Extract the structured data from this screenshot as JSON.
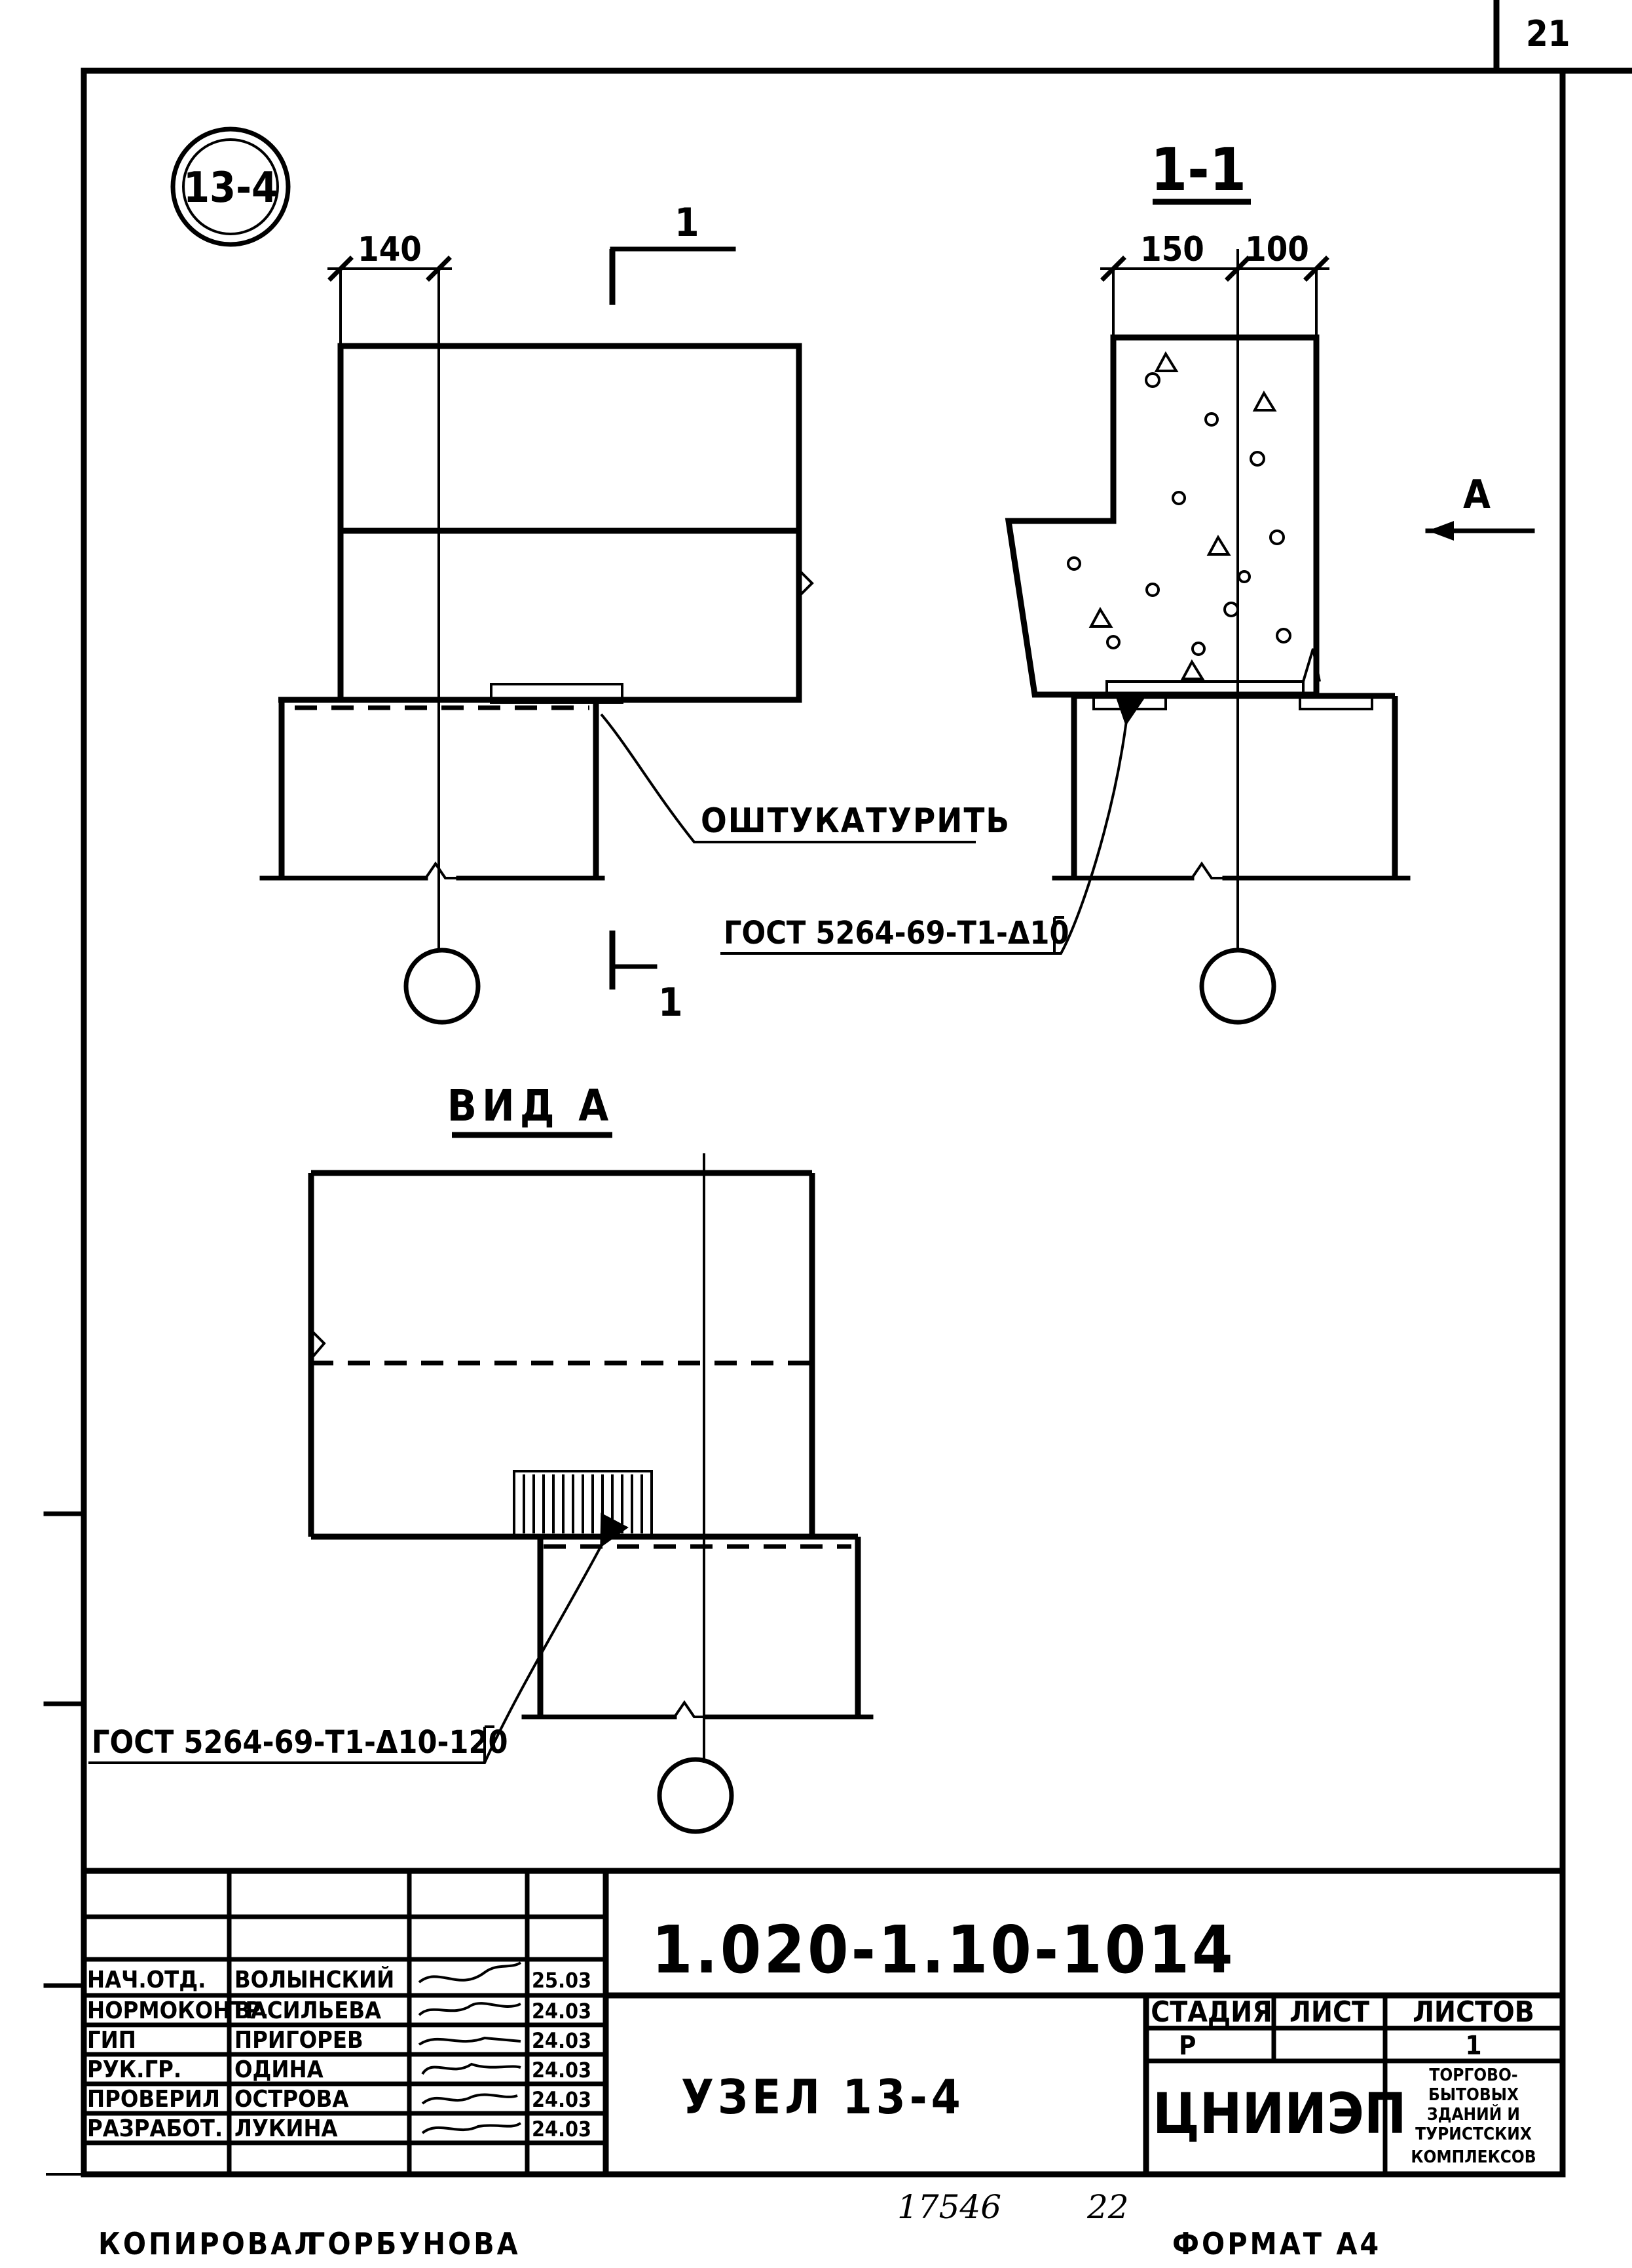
{
  "page_number": "21",
  "node_badge": "13-4",
  "section_title": "1-1",
  "section_mark_top": "1",
  "section_mark_bottom": "1",
  "view_arrow": "A",
  "dim_left": "140",
  "dim_right_a": "150",
  "dim_right_b": "100",
  "callout_plaster": "ОШТУКАТУРИТЬ",
  "callout_weld_1": "ГОСТ 5264-69-Т1-Δ10",
  "view_title": "ВИД А",
  "callout_weld_2": "ГОСТ 5264-69-Т1-Δ10-120",
  "title_block": {
    "doc_code": "1.020-1.10-1014",
    "title": "УЗЕЛ 13-4",
    "stage_header": "СТАДИЯ",
    "sheet_header": "ЛИСТ",
    "sheets_header": "ЛИСТОВ",
    "stage": "Р",
    "sheet": "",
    "sheets": "1",
    "org": "ЦНИИЭП",
    "org_note": [
      "ТОРГОВО-",
      "БЫТОВЫХ",
      "ЗДАНИЙ И",
      "ТУРИСТСКИХ",
      "КОМПЛЕКСОВ"
    ],
    "signatures": [
      {
        "role": "НАЧ.ОТД.",
        "name": "ВОЛЫНСКИЙ",
        "date": "25.03"
      },
      {
        "role": "НОРМОКОНТР.",
        "name": "ВАСИЛЬЕВА",
        "date": "24.03"
      },
      {
        "role": "ГИП",
        "name": "ПРИГОРЕВ",
        "date": "24.03"
      },
      {
        "role": "РУК.ГР.",
        "name": "ОДИНА",
        "date": "24.03"
      },
      {
        "role": "ПРОВЕРИЛ",
        "name": "ОСТРОВА",
        "date": "24.03"
      },
      {
        "role": "РАЗРАБОТ.",
        "name": "ЛУКИНА",
        "date": "24.03"
      }
    ]
  },
  "footer": {
    "copied": "КОПИРОВАЛ",
    "copier": "ГОРБУНОВА",
    "inventory": "17546",
    "num": "22",
    "format": "ФОРМАТ А4"
  }
}
